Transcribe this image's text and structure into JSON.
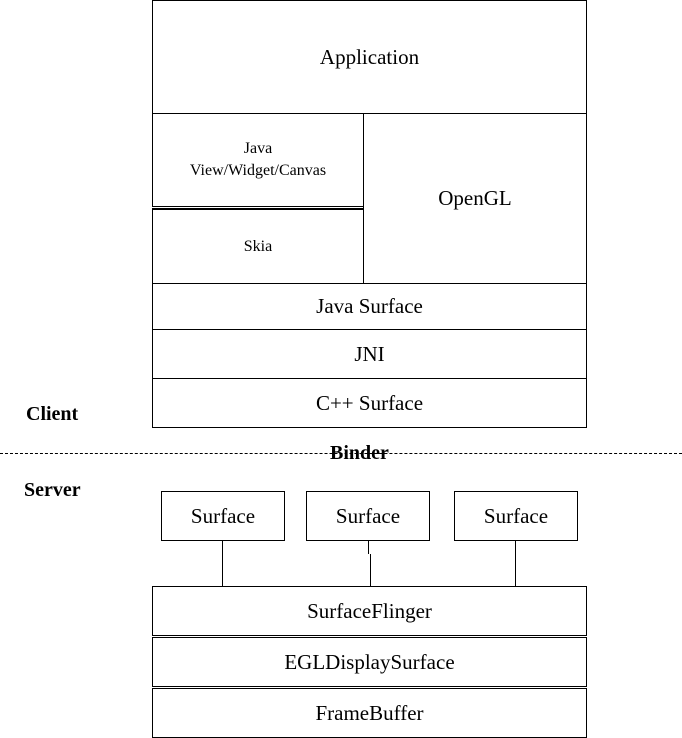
{
  "client": {
    "label": "Client",
    "application": "Application",
    "java_line1": "Java",
    "java_line2": "View/Widget/Canvas",
    "skia": "Skia",
    "opengl": "OpenGL",
    "java_surface": "Java Surface",
    "jni": "JNI",
    "cpp_surface": "C++ Surface"
  },
  "binder": "Binder",
  "server": {
    "label": "Server",
    "surfaces": [
      "Surface",
      "Surface",
      "Surface"
    ],
    "surfaceflinger": "SurfaceFlinger",
    "egl": "EGLDisplaySurface",
    "framebuffer": "FrameBuffer"
  }
}
